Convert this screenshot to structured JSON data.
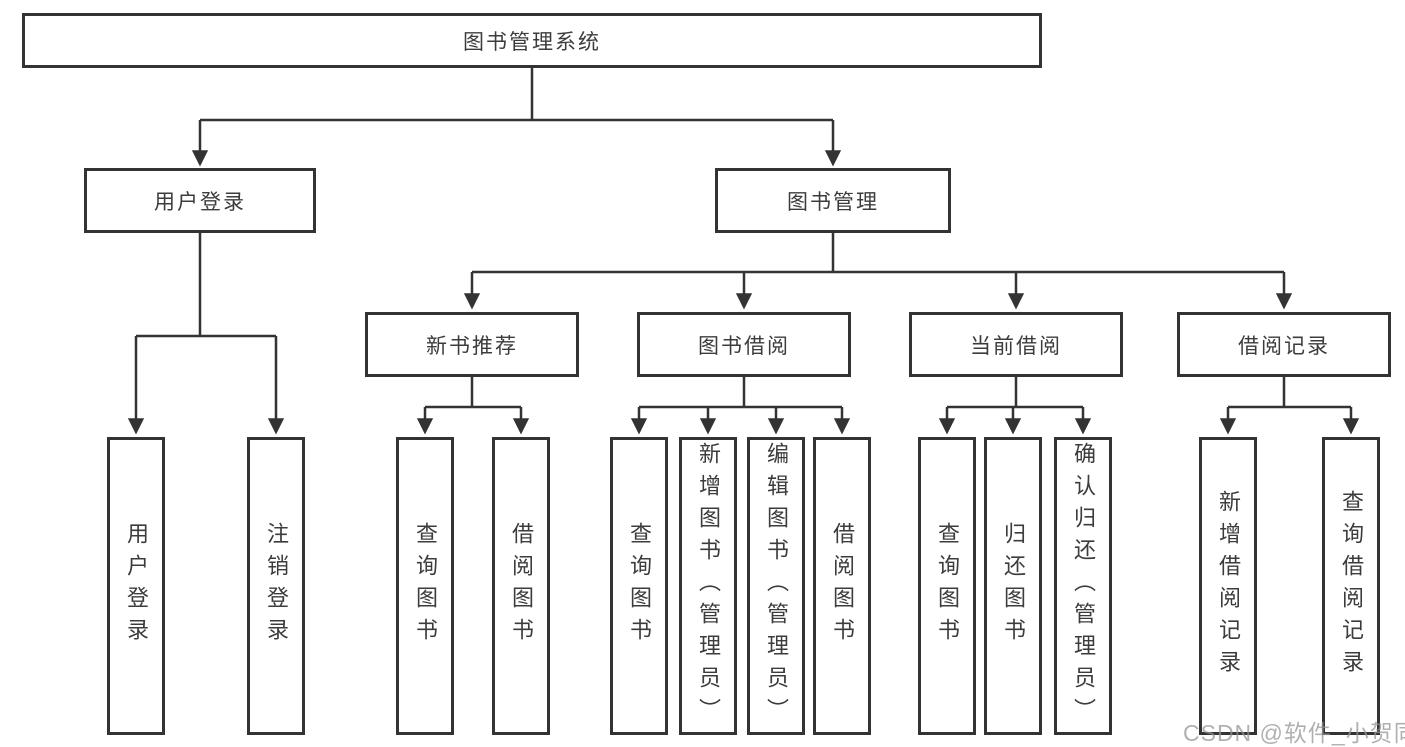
{
  "diagram": {
    "root": {
      "label": "图书管理系统"
    },
    "level2": [
      {
        "label": "用户登录"
      },
      {
        "label": "图书管理"
      }
    ],
    "level3": [
      {
        "label": "新书推荐"
      },
      {
        "label": "图书借阅"
      },
      {
        "label": "当前借阅"
      },
      {
        "label": "借阅记录"
      }
    ],
    "leaves": [
      {
        "label": "用户登录",
        "parent": "用户登录"
      },
      {
        "label": "注销登录",
        "parent": "用户登录"
      },
      {
        "label": "查询图书",
        "parent": "新书推荐"
      },
      {
        "label": "借阅图书",
        "parent": "新书推荐"
      },
      {
        "label": "查询图书",
        "parent": "图书借阅"
      },
      {
        "label": "新增图书（管理员）",
        "parent": "图书借阅"
      },
      {
        "label": "编辑图书（管理员）",
        "parent": "图书借阅"
      },
      {
        "label": "借阅图书",
        "parent": "图书借阅"
      },
      {
        "label": "查询图书",
        "parent": "当前借阅"
      },
      {
        "label": "归还图书",
        "parent": "当前借阅"
      },
      {
        "label": "确认归还（管理员）",
        "parent": "当前借阅"
      },
      {
        "label": "新增借阅记录",
        "parent": "借阅记录"
      },
      {
        "label": "查询借阅记录",
        "parent": "借阅记录"
      }
    ],
    "colors": {
      "line": "#333333",
      "border": "#333333",
      "text": "#3c3c3c",
      "background": "#ffffff",
      "watermark": "#969696"
    }
  },
  "watermark": {
    "text": "CSDN @软件_小贺同学"
  }
}
